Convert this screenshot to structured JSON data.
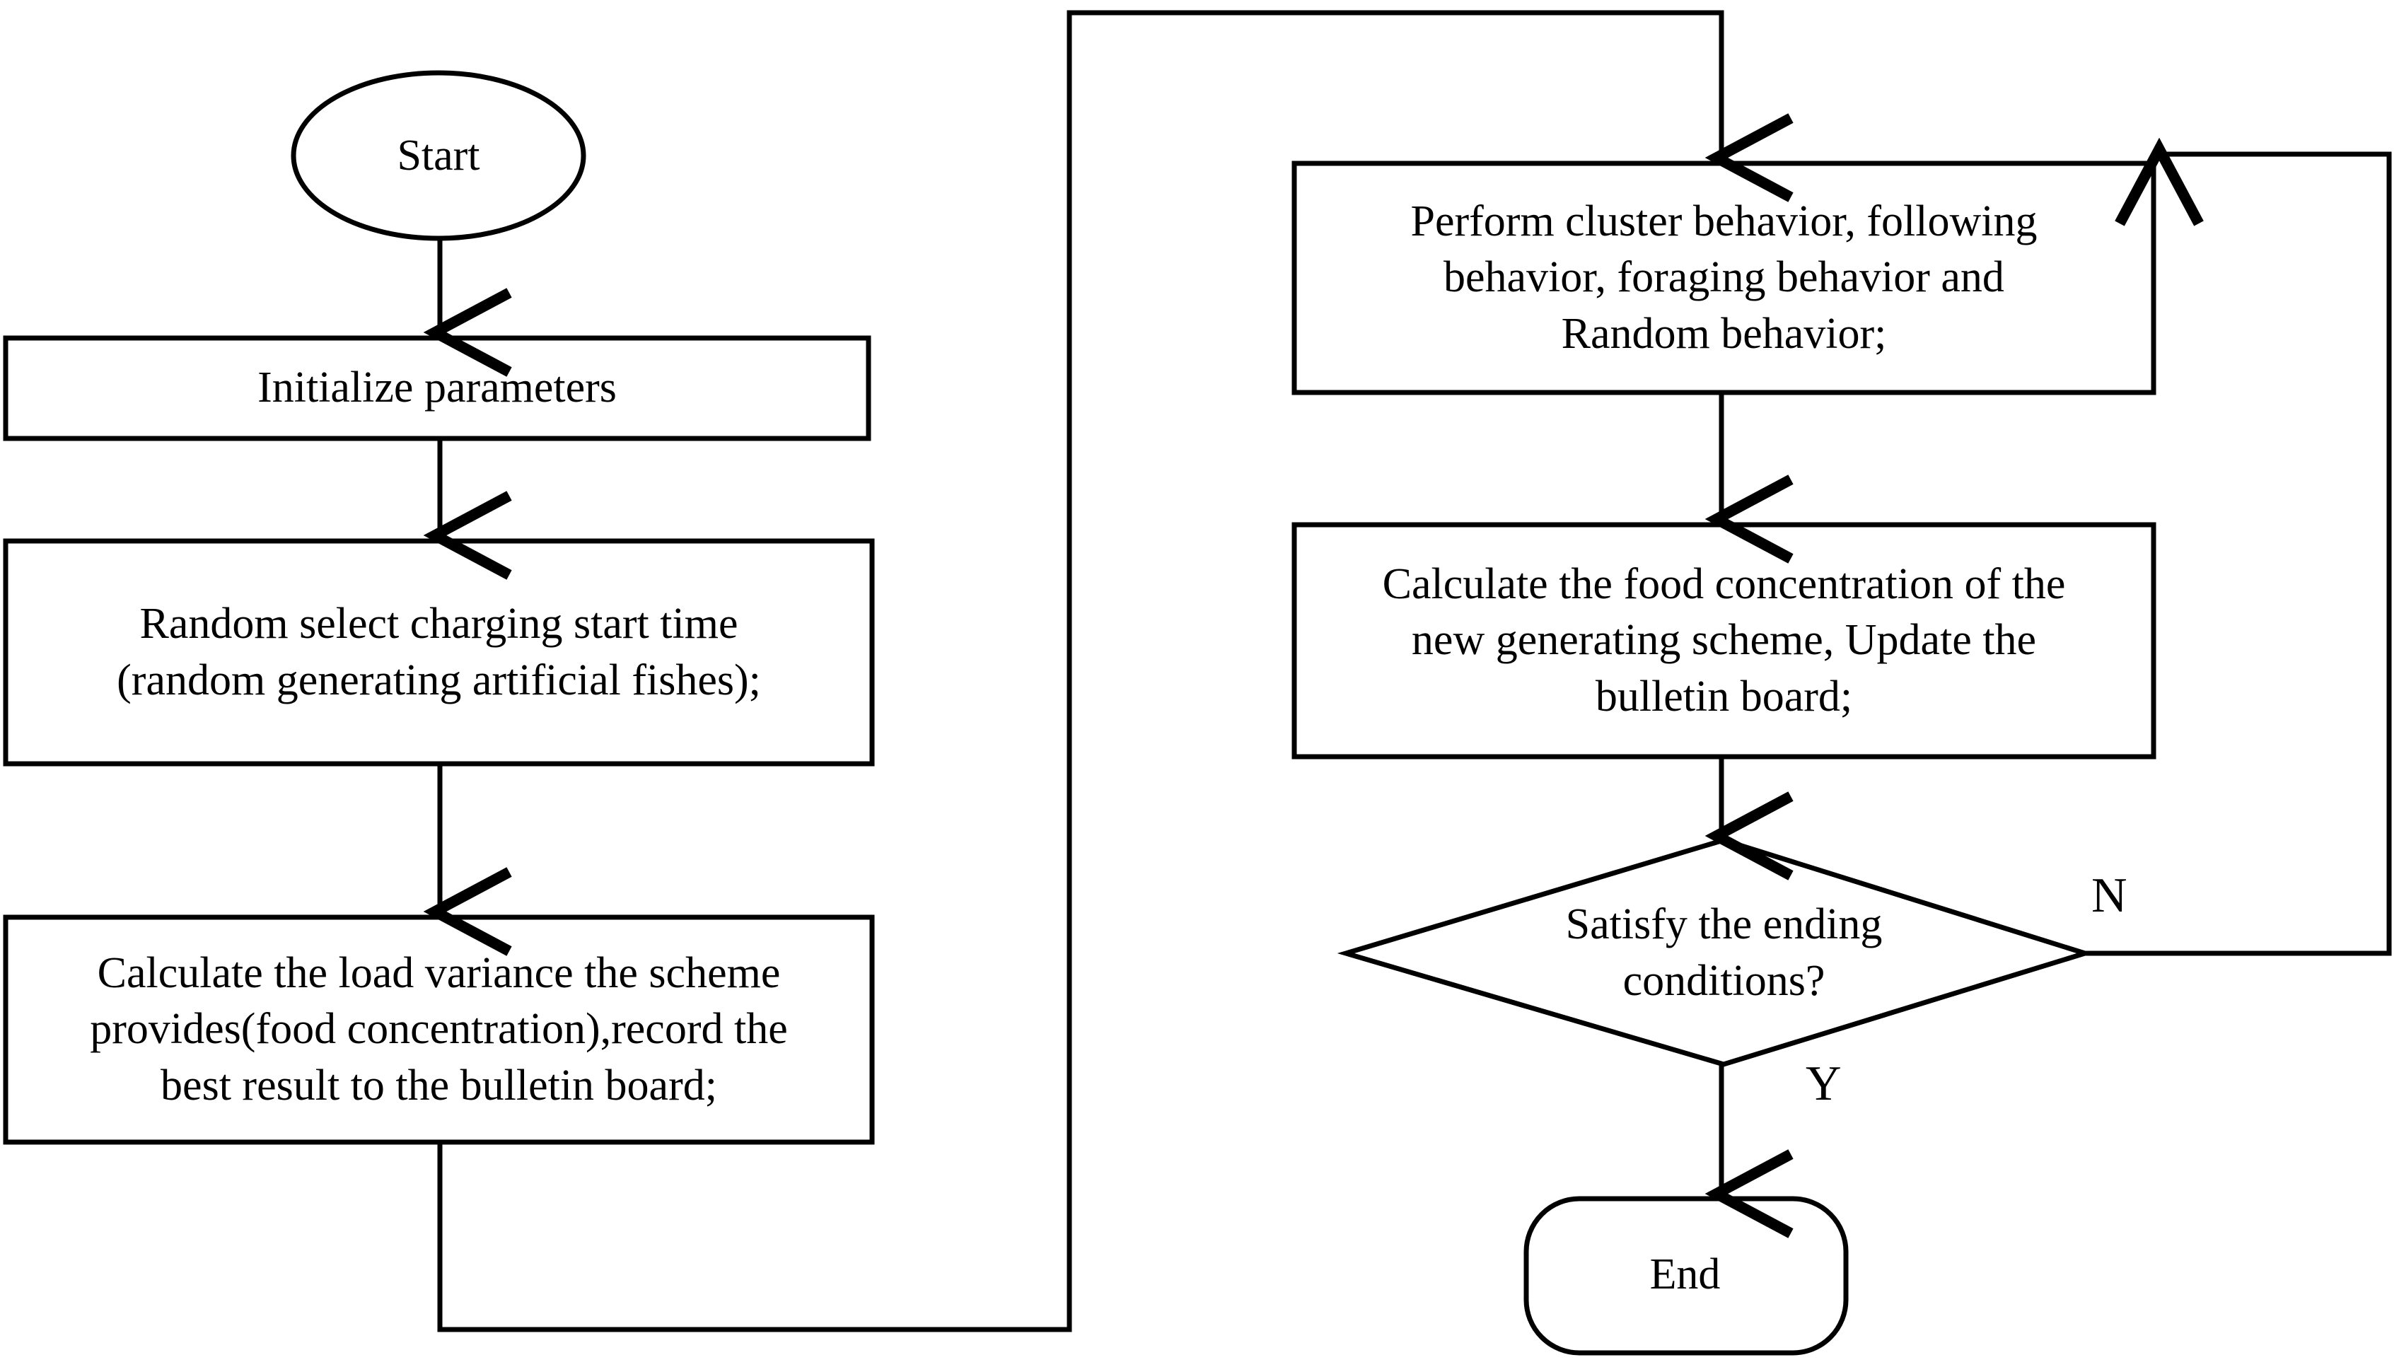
{
  "diagram": {
    "title": "Artificial Fish Swarm Algorithm charging scheduling flowchart",
    "stroke_color": "#000000",
    "background_color": "#ffffff",
    "nodes": {
      "start": {
        "shape": "ellipse",
        "label": "Start"
      },
      "init_parameters": {
        "shape": "rectangle",
        "label": "Initialize parameters"
      },
      "random_select": {
        "shape": "rectangle",
        "label": "Random select charging start time\n(random generating artificial fishes);"
      },
      "calculate_load_variance": {
        "shape": "rectangle",
        "label": "Calculate the load variance the scheme\nprovides(food concentration),record the\nbest result to the bulletin board;"
      },
      "perform_behaviors": {
        "shape": "rectangle",
        "label": "Perform cluster behavior, following\nbehavior, foraging behavior and\nRandom behavior;"
      },
      "calculate_food_concentration": {
        "shape": "rectangle",
        "label": "Calculate the food concentration of the\nnew generating scheme, Update the\nbulletin board;"
      },
      "ending_condition": {
        "shape": "diamond",
        "label": "Satisfy the ending\nconditions?"
      },
      "end": {
        "shape": "rounded-rectangle",
        "label": "End"
      }
    },
    "edge_labels": {
      "no_branch": "N",
      "yes_branch": "Y"
    }
  }
}
